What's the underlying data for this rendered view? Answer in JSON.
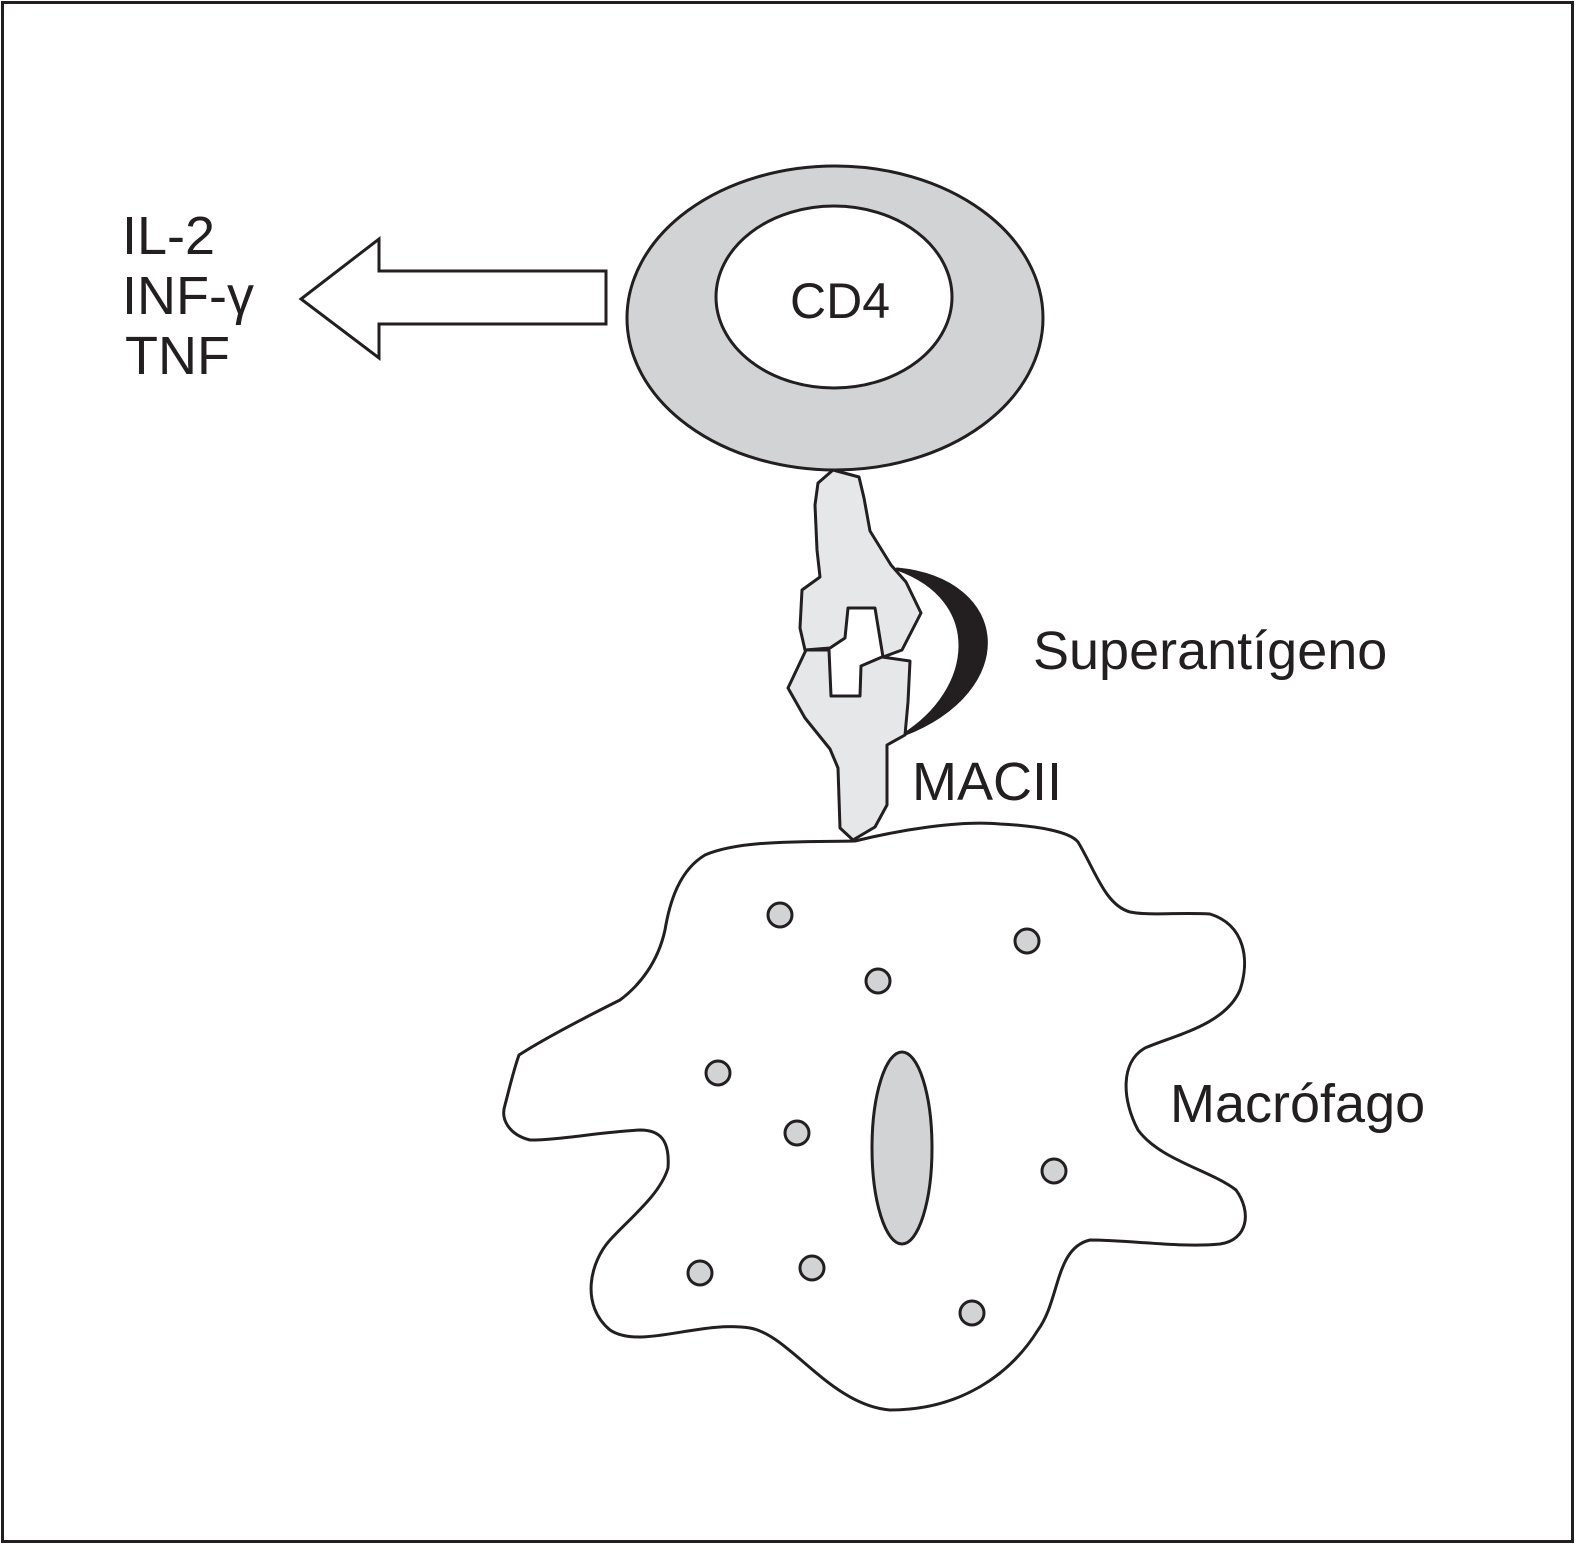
{
  "labels": {
    "cytokines": [
      "IL-2",
      "INF-γ",
      "TNF"
    ],
    "cd4": "CD4",
    "superantigen": "Superantígeno",
    "mhc": "MACII",
    "macrophage": "Macrófago"
  },
  "colors": {
    "stroke": "#231f20",
    "cell_fill": "#d1d3d4",
    "receptor_fill": "#e6e7e8",
    "superantigen_fill": "#231f20",
    "background": "#ffffff"
  }
}
